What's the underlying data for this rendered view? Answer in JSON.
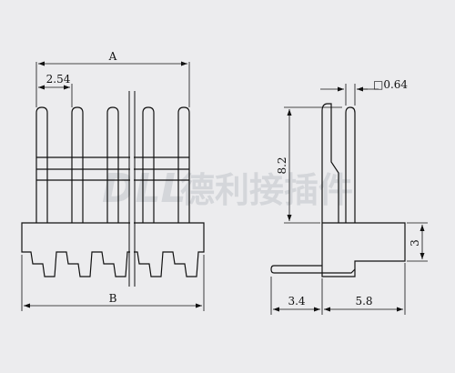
{
  "dimensions": {
    "a": "A",
    "b": "B",
    "pitch": "2.54",
    "pin_size": "□0.64",
    "pin_height": "8.2",
    "bend_height": "3",
    "left_offset": "3.4",
    "right_offset": "5.8"
  },
  "watermark": {
    "latin": "DLL",
    "chinese": "德利接插件"
  },
  "colors": {
    "background": "#ececee",
    "line": "#111111",
    "watermark": "#d4d6da"
  }
}
